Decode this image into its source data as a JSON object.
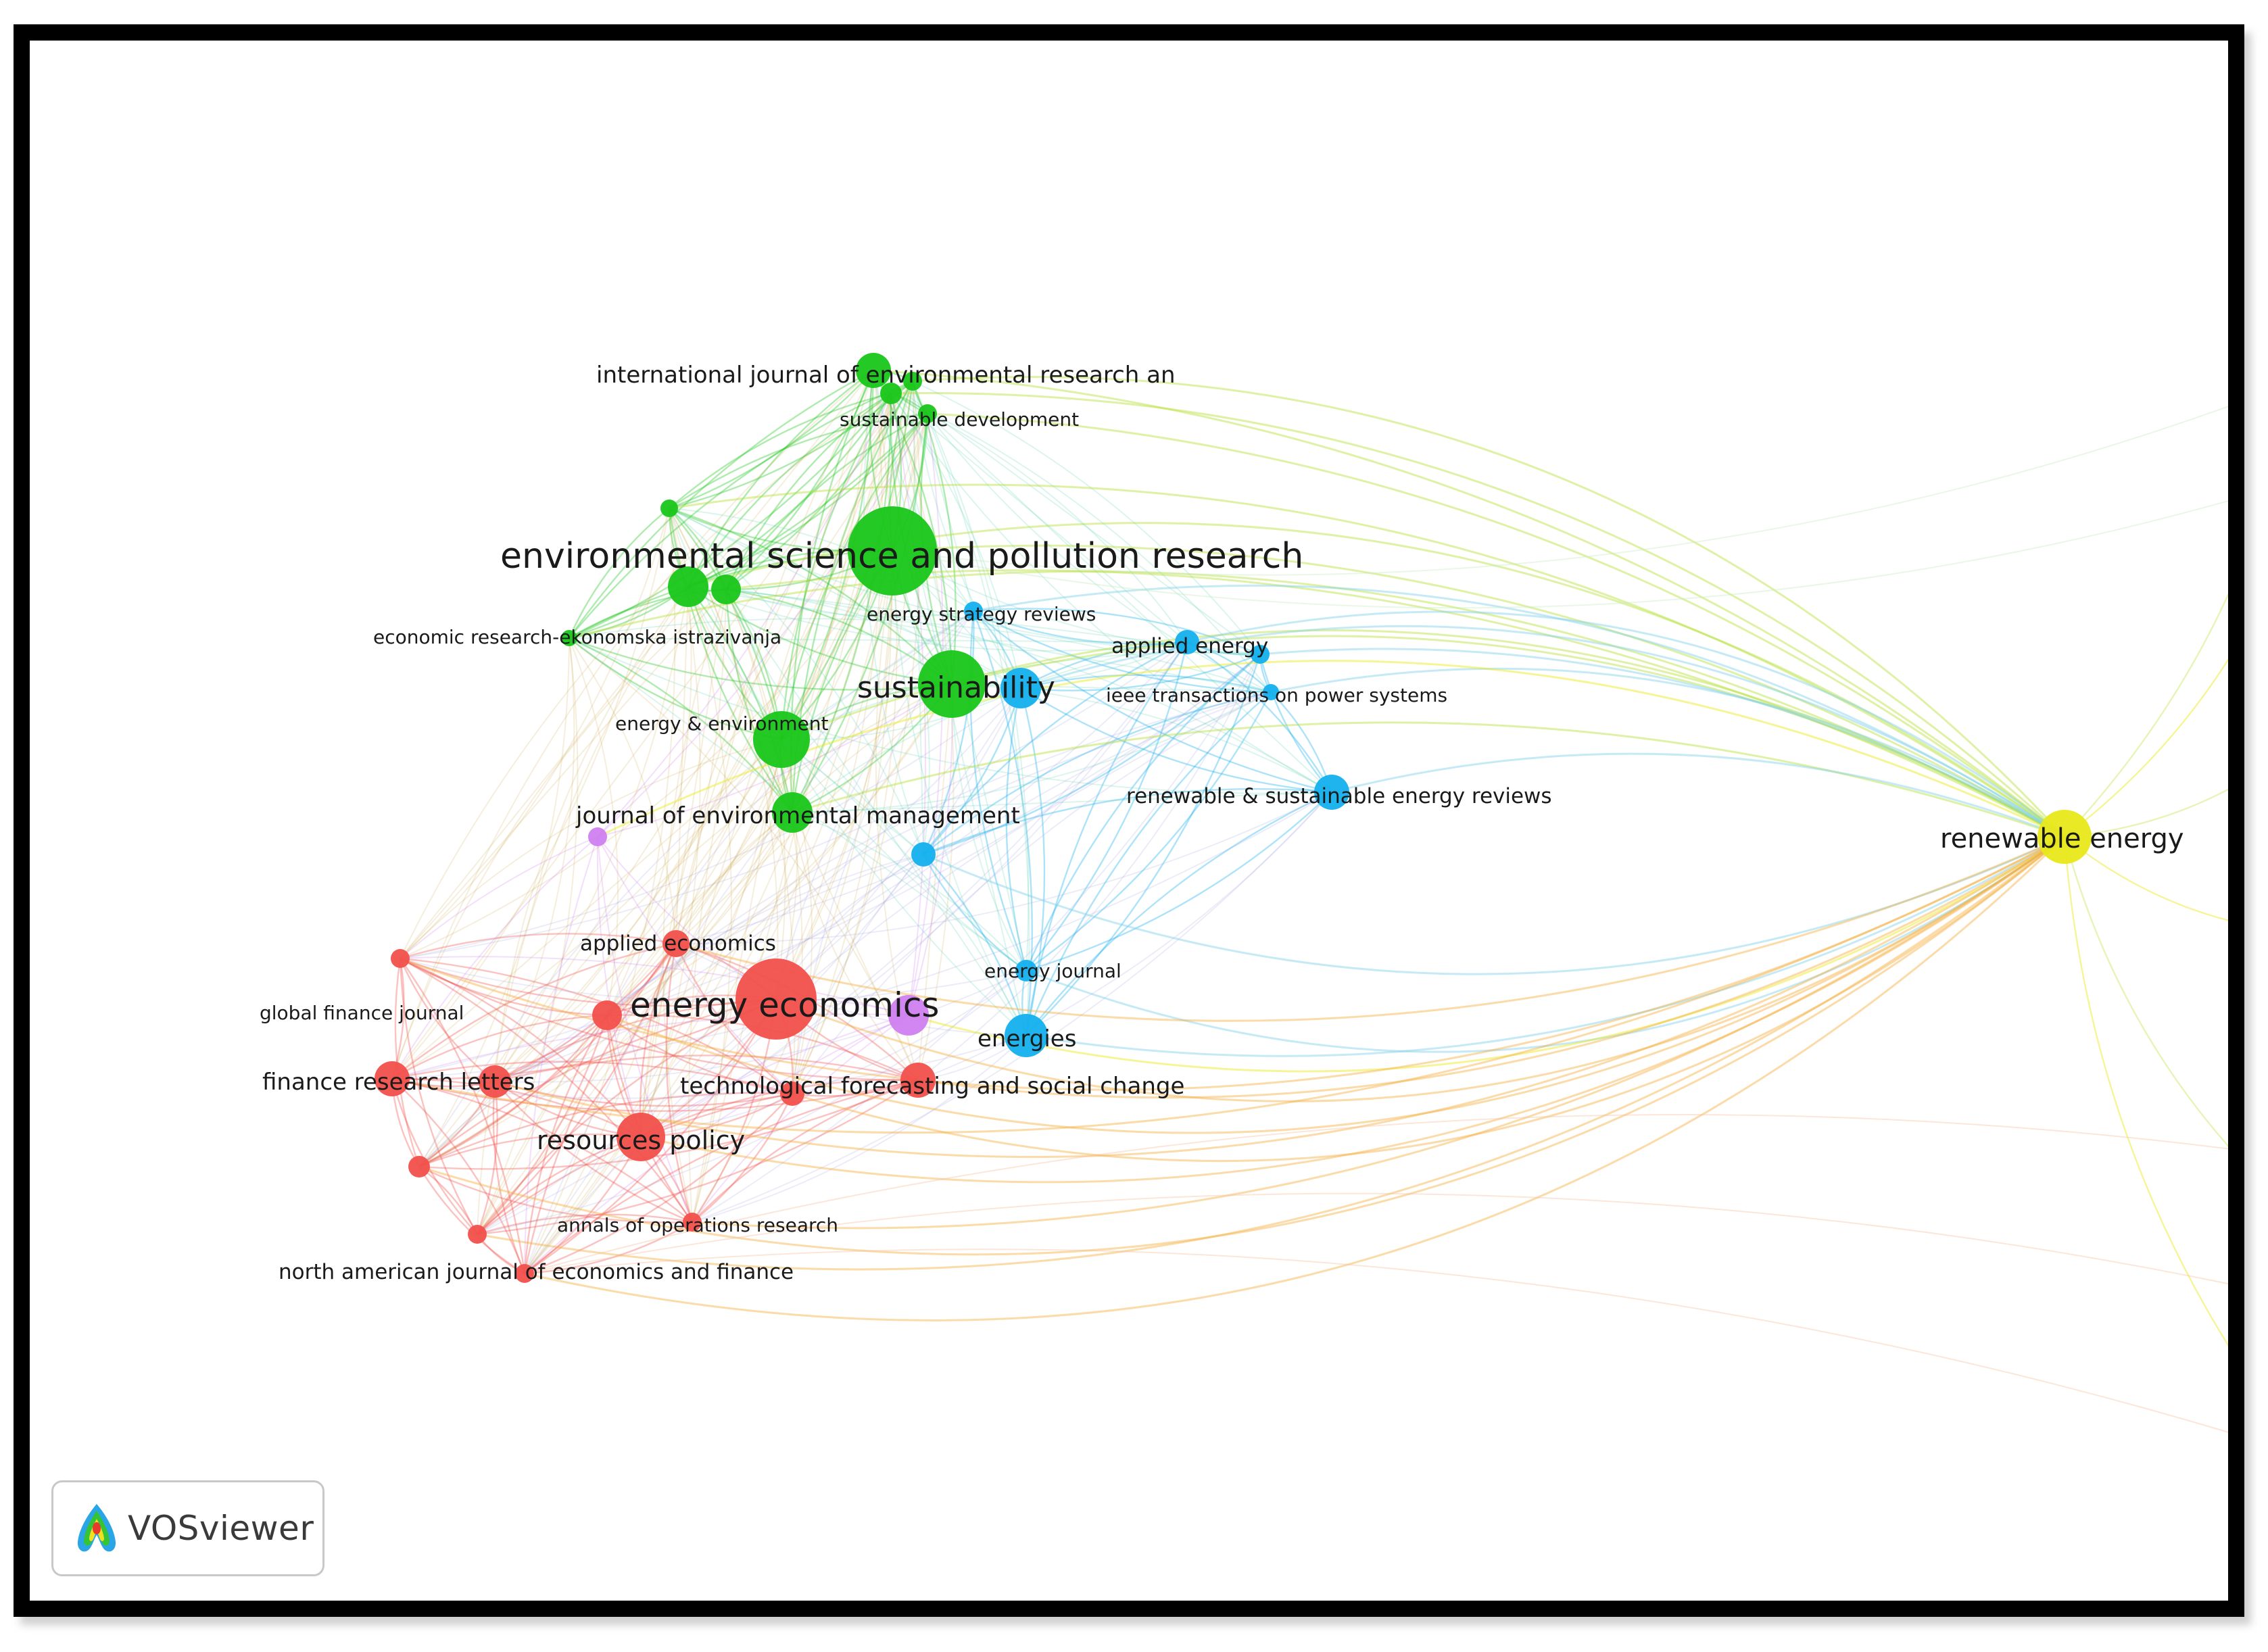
{
  "badge": {
    "label": "VOSviewer",
    "icon": "vosviewer-logo-icon"
  },
  "colors": {
    "red": "#f2504b",
    "green": "#19c619",
    "blue": "#14b0ee",
    "yellow": "#e8e81a",
    "purple": "#cf7ff0",
    "orange": "#f5b041"
  },
  "labels": {
    "environmental_science": "environmental science and pollution research",
    "energy_economics": "energy economics",
    "sustainability": "sustainability",
    "renewable_energy": "renewable energy",
    "intl_journal_env": "international journal of environmental research an",
    "sustainable_development": "sustainable development",
    "energy_strategy_reviews": "energy strategy reviews",
    "applied_energy": "applied energy",
    "economic_research": "economic research-ekonomska istrazivanja",
    "ieee_power_systems": "ieee transactions on power systems",
    "energy_environment": "energy & environment",
    "renewable_sustainable_reviews": "renewable & sustainable energy reviews",
    "journal_env_management": "journal of environmental management",
    "applied_economics": "applied economics",
    "energy_journal": "energy journal",
    "global_finance_journal": "global finance journal",
    "energies": "energies",
    "finance_research_letters": "finance research letters",
    "technological_forecasting": "technological forecasting and social change",
    "resources_policy": "resources policy",
    "annals_operations_research": "annals of operations research",
    "north_american_journal": "north american journal of economics and finance"
  }
}
